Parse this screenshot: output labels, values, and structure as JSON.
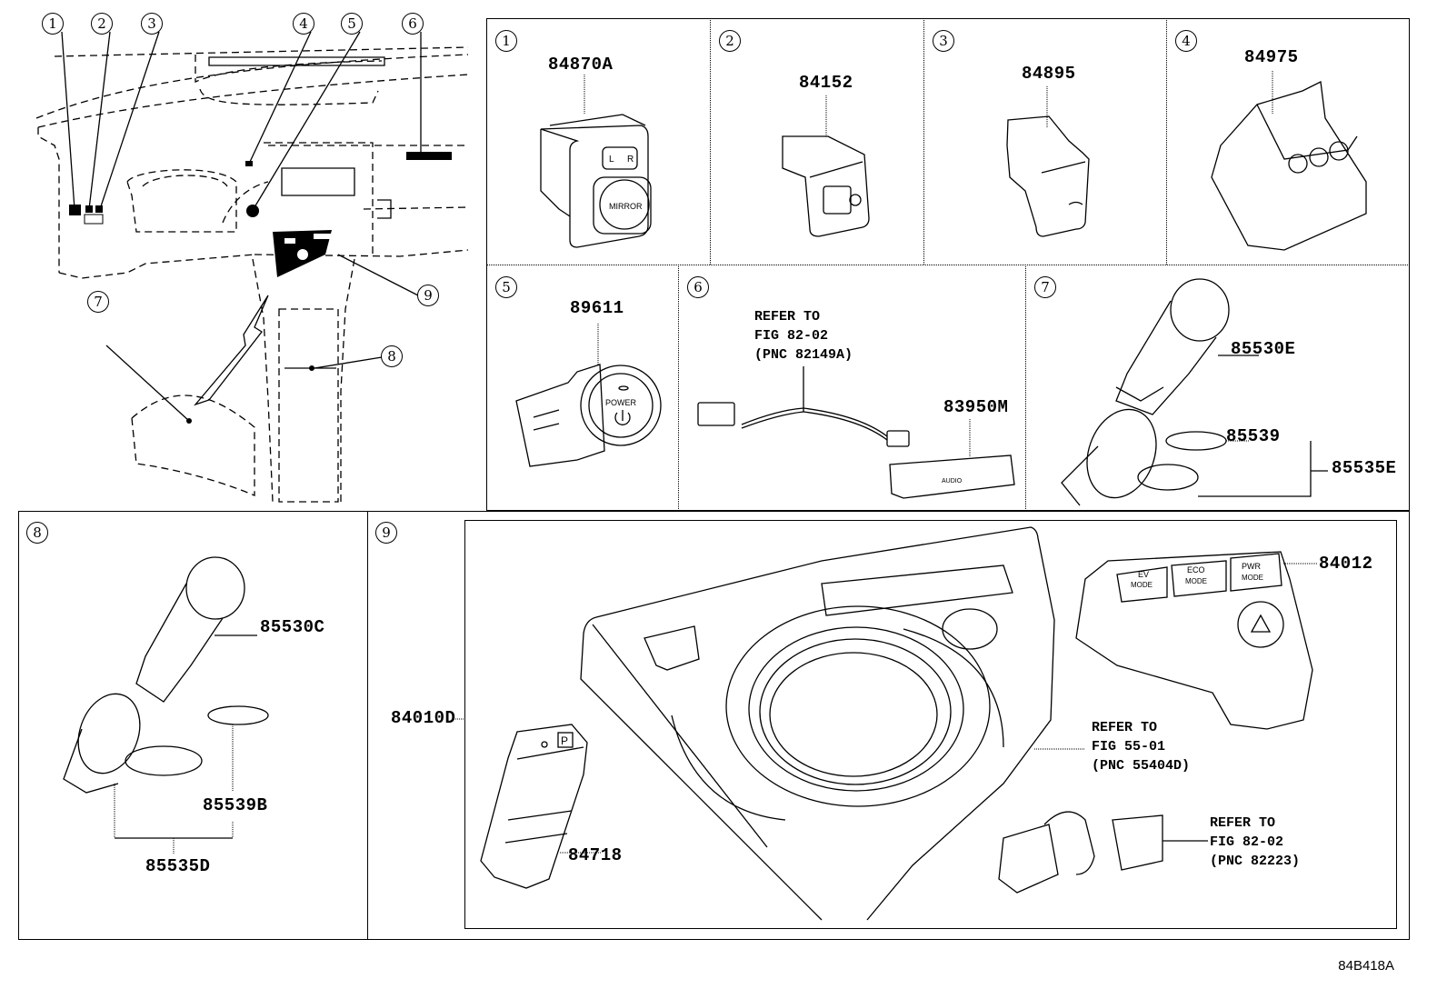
{
  "figure_code": "84B418A",
  "overview": {
    "callouts": [
      "1",
      "2",
      "3",
      "4",
      "5",
      "6",
      "7",
      "8",
      "9"
    ]
  },
  "panels": [
    {
      "id": "1",
      "parts": [
        {
          "number": "84870A",
          "name": "outer-mirror-switch",
          "labels": [
            "L",
            "R",
            "MIRROR"
          ]
        }
      ]
    },
    {
      "id": "2",
      "parts": [
        {
          "number": "84152",
          "name": "switch-assembly"
        }
      ]
    },
    {
      "id": "3",
      "parts": [
        {
          "number": "84895",
          "name": "switch-assembly"
        }
      ]
    },
    {
      "id": "4",
      "parts": [
        {
          "number": "84975",
          "name": "switch-assembly"
        }
      ]
    },
    {
      "id": "5",
      "parts": [
        {
          "number": "89611",
          "name": "power-switch",
          "labels": [
            "POWER"
          ]
        }
      ]
    },
    {
      "id": "6",
      "parts": [
        {
          "number": "83950M",
          "name": "module"
        }
      ],
      "reference": {
        "line1": "REFER TO",
        "line2": "FIG 82-02",
        "line3": "(PNC 82149A)"
      }
    },
    {
      "id": "7",
      "parts": [
        {
          "number": "85530E"
        },
        {
          "number": "85539"
        },
        {
          "number": "85535E"
        }
      ]
    },
    {
      "id": "8",
      "parts": [
        {
          "number": "85530C"
        },
        {
          "number": "85539B"
        },
        {
          "number": "85535D"
        }
      ]
    },
    {
      "id": "9",
      "parts": [
        {
          "number": "84010D",
          "name": "console-panel"
        },
        {
          "number": "84718",
          "name": "parking-switch",
          "labels": [
            "P"
          ]
        },
        {
          "number": "84012",
          "name": "mode-switch",
          "labels": [
            "EV",
            "MODE",
            "ECO",
            "MODE",
            "PWR",
            "MODE"
          ]
        }
      ],
      "references": [
        {
          "line1": "REFER TO",
          "line2": "FIG 55-01",
          "line3": "(PNC 55404D)"
        },
        {
          "line1": "REFER TO",
          "line2": "FIG 82-02",
          "line3": "(PNC 82223)"
        }
      ]
    }
  ]
}
